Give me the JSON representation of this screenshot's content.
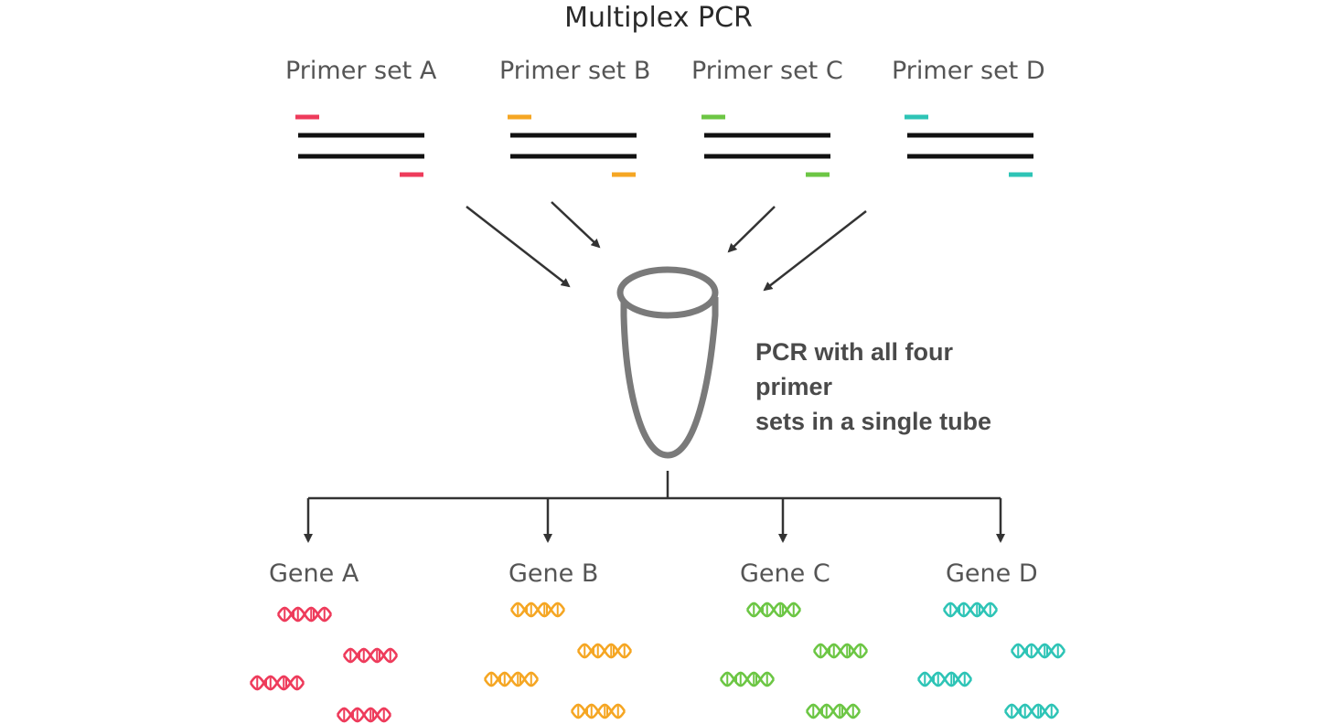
{
  "title": "Multiplex PCR",
  "primer_sets": [
    {
      "label": "Primer set A",
      "color": "#ee3b5b"
    },
    {
      "label": "Primer set B",
      "color": "#f5a623"
    },
    {
      "label": "Primer set C",
      "color": "#6cc644"
    },
    {
      "label": "Primer set D",
      "color": "#2ec4b6"
    }
  ],
  "note": {
    "line1": "PCR with all four primer",
    "line2": "sets in a single tube"
  },
  "genes": [
    {
      "label": "Gene A",
      "color": "#ee3b5b"
    },
    {
      "label": "Gene B",
      "color": "#f5a623"
    },
    {
      "label": "Gene C",
      "color": "#6cc644"
    },
    {
      "label": "Gene D",
      "color": "#2ec4b6"
    }
  ],
  "colors": {
    "strand": "#111111",
    "arrow": "#333333",
    "tube": "#7a7a7a"
  },
  "icons": {
    "tube": "pcr-tube-icon",
    "dna": "dna-helix-icon"
  }
}
